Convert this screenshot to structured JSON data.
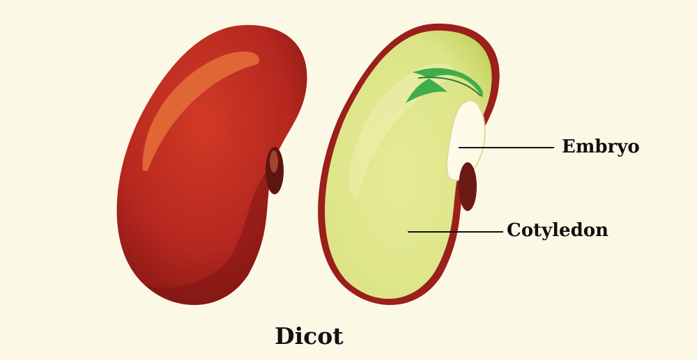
{
  "labels": {
    "embryo": "Embryo",
    "cotyledon": "Cotyledon"
  },
  "caption": "Dicot",
  "colors": {
    "background": "#fbf9e6",
    "seed_coat": "#b5281f",
    "seed_coat_dark": "#7e1512",
    "cotyledon": "#c9d96a",
    "cotyledon_light": "#e5eb95",
    "embryo": "#fdfbe8",
    "plumule_leaf": "#3fae4a",
    "hilum": "#6b1a14"
  }
}
